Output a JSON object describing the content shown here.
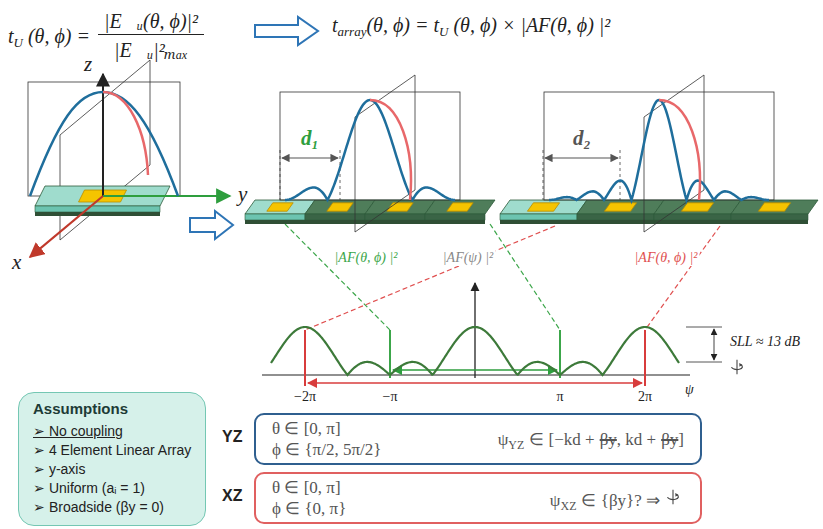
{
  "diagram": {
    "nodes": [
      {
        "text": [
          "Assumptions",
          "➢ No coupling",
          "➢ 4 Element Linear Array",
          "➢ y-axis",
          "➢ Uniform (aᵢ = 1)",
          "➢ Broadside (βy = 0)"
        ]
      },
      {
        "text": [
          "YZ",
          "θ ∈ [0, π]",
          "ϕ ∈ {π/2, 5π/2}",
          "ψ",
          "YZ",
          "∈ [−kd +",
          "βy",
          ", kd +",
          "βy",
          "]"
        ]
      },
      {
        "text": [
          "XZ",
          "θ ∈ [0, π]",
          "ϕ ∈ {0, π}",
          "ψ",
          "XZ",
          "∈ {βy}? ⇒"
        ]
      }
    ],
    "labels": [
      "t",
      "U",
      "(θ, ϕ) =",
      "|E⃗ᵤ(θ, ϕ)|²",
      "|E⃗ᵤ|²ₘₐₓ",
      "t",
      "array",
      "(θ, ϕ) = t",
      "U",
      "(θ, ϕ) × |AF(θ, ϕ) |²",
      "z",
      "y",
      "x",
      "d₁",
      "d₂",
      "|AF(θ, ϕ) |²",
      "|AF(ψ) |²",
      "|AF(θ, ϕ) |²",
      "SLL ≈ 13 dB",
      "−2π",
      "−π",
      "π",
      "2π",
      "ψ"
    ]
  }
}
